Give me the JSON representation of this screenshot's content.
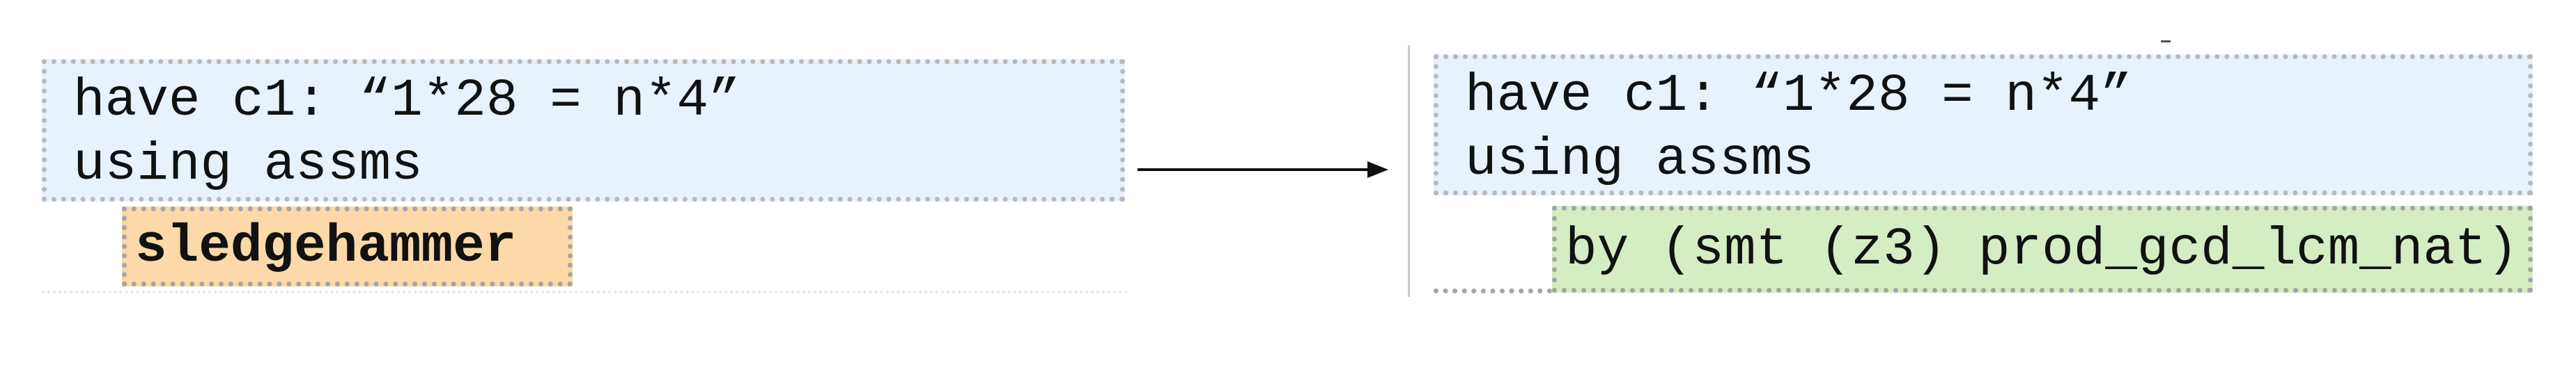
{
  "before": {
    "code_lines": [
      "have c1: “1*28 = n*4”",
      "using assms"
    ],
    "tactic": "sledgehammer",
    "tactic_color": "#fdd8a8"
  },
  "after": {
    "code_lines": [
      "have c1: “1*28 = n*4”",
      "using assms"
    ],
    "tactic": "by (smt (z3) prod_gcd_lcm_nat)",
    "tactic_color": "#d4edc3"
  },
  "code_block_color": "#e8f2fd",
  "connector": "right-arrow-icon"
}
